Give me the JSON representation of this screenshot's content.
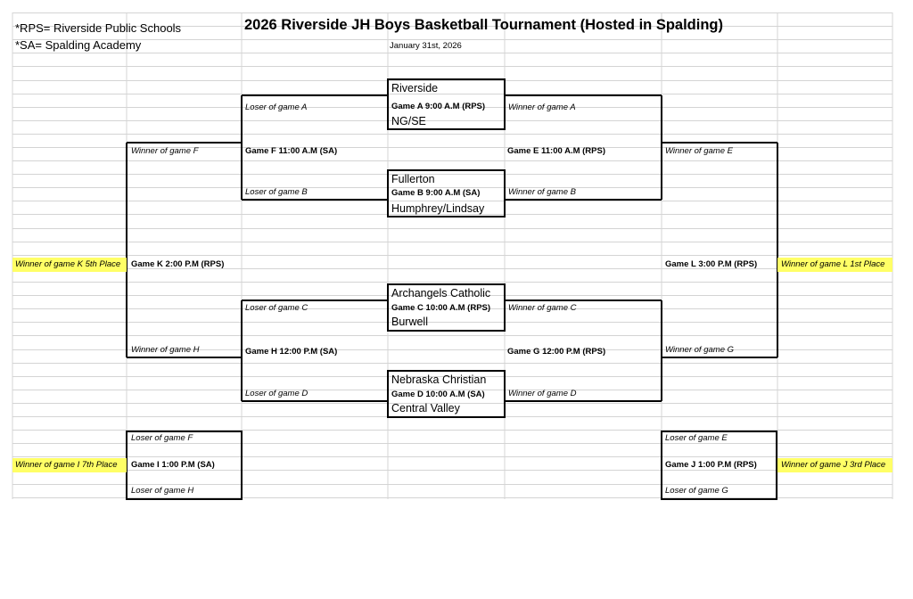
{
  "legend": {
    "rps": "*RPS= Riverside Public Schools",
    "sa": "*SA= Spalding Academy"
  },
  "title": "2026 Riverside JH Boys Basketball Tournament (Hosted in Spalding)",
  "date": "January 31st, 2026",
  "teams": {
    "riverside": "Riverside",
    "ngse": "NG/SE",
    "fullerton": "Fullerton",
    "humphrey": "Humphrey/Lindsay",
    "archangels": "Archangels Catholic",
    "burwell": "Burwell",
    "nebraska": "Nebraska Christian",
    "central": "Central Valley"
  },
  "games": {
    "a": "Game A  9:00 A.M (RPS)",
    "b": "Game B 9:00 A.M (SA)",
    "c": "Game C 10:00 A.M (RPS)",
    "d": "Game D 10:00 A.M (SA)",
    "e": "Game E 11:00 A.M (RPS)",
    "f": "Game F 11:00 A.M (SA)",
    "g": "Game G 12:00 P.M (RPS)",
    "h": "Game H 12:00 P.M (SA)",
    "i": "Game I 1:00 P.M (SA)",
    "j": "Game J 1:00 P.M (RPS)",
    "k": "Game K 2:00 P.M (RPS)",
    "l": "Game L 3:00 P.M (RPS)"
  },
  "feeds": {
    "loser_a": "Loser of game A",
    "loser_b": "Loser of game B",
    "loser_c": "Loser of game C",
    "loser_d": "Loser of game D",
    "winner_a": "Winner of game A",
    "winner_b": "Winner of game B",
    "winner_c": "Winner of game C",
    "winner_d": "Winner of game D",
    "winner_e": "Winner of game E",
    "winner_f": "Winner of game F",
    "winner_g": "Winner of game G",
    "winner_h": "Winner of game H",
    "loser_e": "Loser of game E",
    "loser_f": "Loser of game F",
    "loser_g": "Loser of game G",
    "loser_h": "Loser of game H"
  },
  "placements": {
    "k": "Winner of game K 5th Place",
    "l": "Winner of game L 1st Place",
    "i": "Winner of game I 7th Place",
    "j": "Winner of game J 3rd Place"
  },
  "colors": {
    "highlight": "#ffff66",
    "gridline": "#d4d4d4",
    "bracket": "#000000"
  }
}
